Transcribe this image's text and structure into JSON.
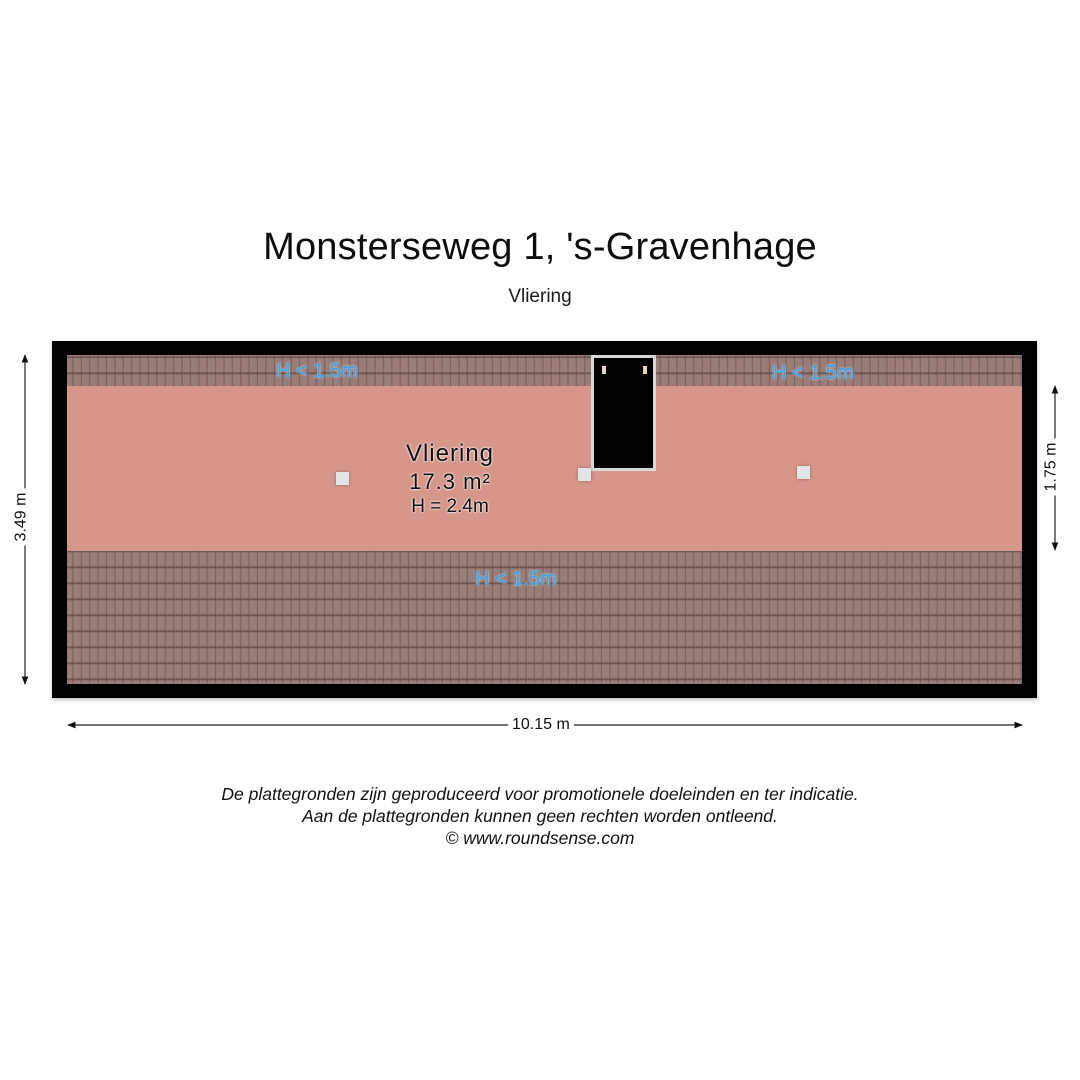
{
  "header": {
    "title": "Monsterseweg 1, 's-Gravenhage",
    "subtitle": "Vliering"
  },
  "floorplan": {
    "room": {
      "name": "Vliering",
      "area": "17.3 m²",
      "height": "H = 2.4m",
      "fill_color": "#d6968a"
    },
    "low_height_zones": [
      {
        "label": "H < 1.5m",
        "position": "top-left"
      },
      {
        "label": "H < 1.5m",
        "position": "top-right"
      },
      {
        "label": "H < 1.5m",
        "position": "bottom"
      }
    ],
    "label_color": "#5fb4e6",
    "roof_tile_color": "#9a7d78",
    "wall_color": "#000000",
    "features": {
      "roof_hatch": "hatch",
      "posts": 3
    }
  },
  "dimensions": {
    "width": "10.15 m",
    "depth": "3.49 m",
    "room_depth": "1.75 m"
  },
  "footer": {
    "line1": "De plattegronden zijn geproduceerd voor promotionele doeleinden en ter indicatie.",
    "line2": "Aan de plattegronden kunnen geen rechten worden ontleend.",
    "line3": "© www.roundsense.com"
  }
}
